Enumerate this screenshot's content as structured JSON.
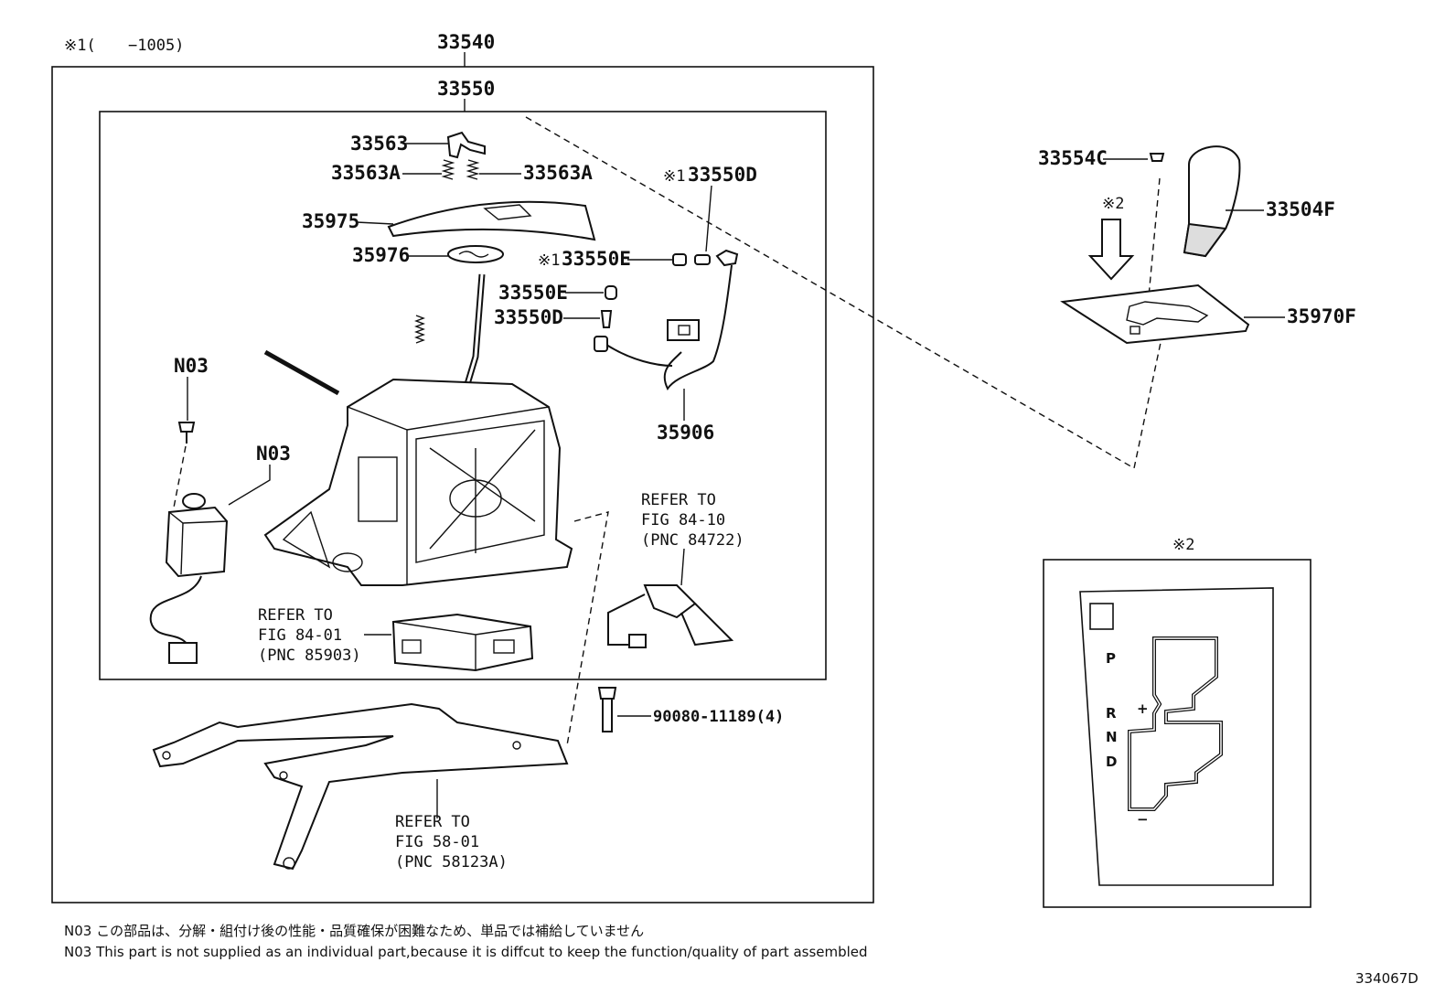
{
  "header": {
    "note_mark": "※1(",
    "note_range": "−1005)"
  },
  "assembly": {
    "main": "33540",
    "sub": "33550"
  },
  "parts": {
    "p33563": "33563",
    "p33563A_left": "33563A",
    "p33563A_right": "33563A",
    "p35975": "35975",
    "p35976": "35976",
    "p33550D_mark": "※1",
    "p33550D_top": "33550D",
    "p33550E_mark": "※1",
    "p33550E_top": "33550E",
    "p33550E": "33550E",
    "p33550D": "33550D",
    "p35906": "35906",
    "n03_top": "N03",
    "n03_mid": "N03",
    "p33554C": "33554C",
    "p33504F": "33504F",
    "p35970F": "35970F",
    "mark2_arrow": "※2",
    "mark2_box": "※2",
    "bolt": "90080-11189(4)"
  },
  "refs": {
    "r1": {
      "l1": "REFER TO",
      "l2": "FIG 84-10",
      "l3": "(PNC 84722)"
    },
    "r2": {
      "l1": "REFER TO",
      "l2": "FIG 84-01",
      "l3": "(PNC 85903)"
    },
    "r3": {
      "l1": "REFER TO",
      "l2": "FIG 58-01",
      "l3": "(PNC 58123A)"
    }
  },
  "gate": {
    "p": "P",
    "r": "R",
    "n": "N",
    "d": "D",
    "plus": "+",
    "minus": "−"
  },
  "footer": {
    "note_jp": "N03 この部品は、分解・組付け後の性能・品質確保が困難なため、単品では補給していません",
    "note_en": "N03 This part is not supplied as an  individual part,because it is diffcut to keep the function/quality of part assembled",
    "diagram_id": "334067D"
  }
}
